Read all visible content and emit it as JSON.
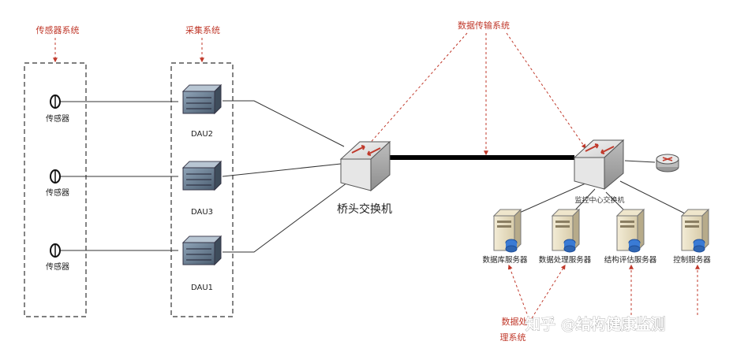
{
  "groups": {
    "sensor_system": "传感器系统",
    "acquisition_system": "采集系统",
    "data_transmission_system": "数据传输系统",
    "data_processing_system_line1": "数据处",
    "data_processing_system_line2": "理系统"
  },
  "sensors": [
    "传感器",
    "传感器",
    "传感器"
  ],
  "daus": [
    "DAU2",
    "DAU3",
    "DAU1"
  ],
  "bridge_switch": "桥头交换机",
  "center_switch": "监控中心交换机",
  "servers": [
    "数据库服务器",
    "数据处理服务器",
    "结构评估服务器",
    "控制服务器"
  ],
  "watermark": "知乎 @结构健康监测",
  "colors": {
    "annotation": "#c0392b",
    "line": "#333333",
    "trunk": "#000000"
  },
  "icons": {
    "sensor": "sensor-icon",
    "dau": "dau-device-icon",
    "switch": "network-switch-icon",
    "router": "router-icon",
    "server": "server-tower-icon"
  }
}
